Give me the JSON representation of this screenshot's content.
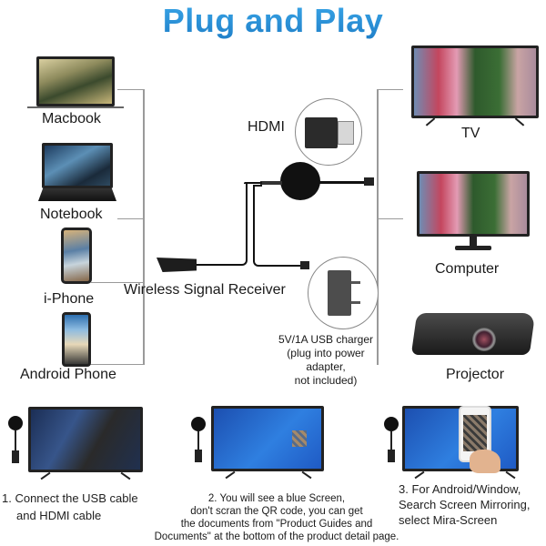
{
  "title": "Plug and Play",
  "sources": [
    {
      "label": "Macbook",
      "icon": "macbook-icon"
    },
    {
      "label": "Notebook",
      "icon": "notebook-icon"
    },
    {
      "label": "i-Phone",
      "icon": "iphone-icon"
    },
    {
      "label": "Android Phone",
      "icon": "android-phone-icon"
    }
  ],
  "center": {
    "hdmi_label": "HDMI",
    "receiver_label": "Wireless Signal Receiver",
    "charger_label_line1": "5V/1A USB charger",
    "charger_label_line2": "(plug into power adapter,",
    "charger_label_line3": "not included)"
  },
  "outputs": [
    {
      "label": "TV",
      "icon": "tv-icon"
    },
    {
      "label": "Computer",
      "icon": "monitor-icon"
    },
    {
      "label": "Projector",
      "icon": "projector-icon"
    }
  ],
  "steps": [
    {
      "line1": "1. Connect the USB cable",
      "line2": "and HDMI cable"
    },
    {
      "line1": "2. You will see a blue Screen,",
      "line2": "don't scran the QR code, you can get",
      "line3": "the documents from \"Product Guides and",
      "line4": "Documents\" at the bottom of the product detail page."
    },
    {
      "line1": "3. For Android/Window,",
      "line2": "Search Screen Mirroring,",
      "line3": "select Mira-Screen"
    }
  ],
  "colors": {
    "title": "#2a8fd6",
    "connector_lines": "#9a9a9a",
    "step_screen": "#1f5ac4"
  }
}
